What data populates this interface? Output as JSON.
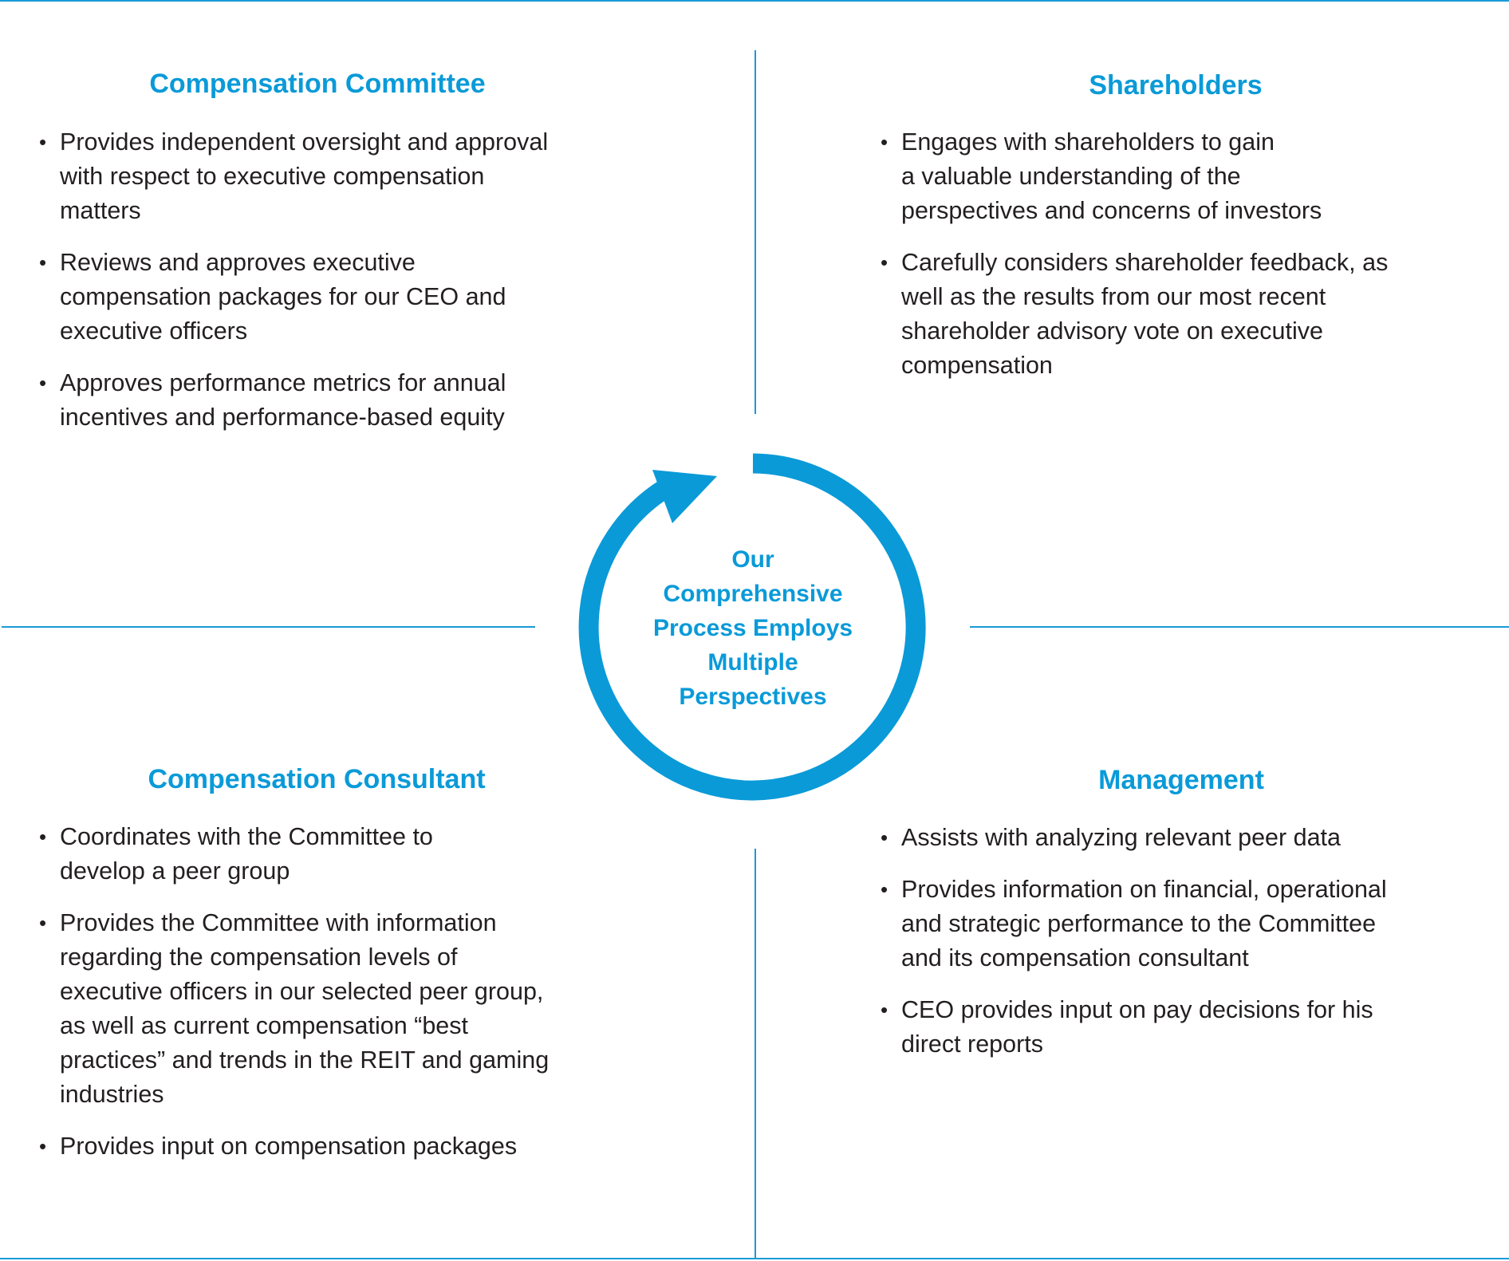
{
  "colors": {
    "accent": "#0a9ad8",
    "text": "#231f20"
  },
  "center": {
    "text": "Our\nComprehensive\nProcess Employs\nMultiple\nPerspectives",
    "icon": "circular-arrow-icon"
  },
  "quadrants": {
    "committee": {
      "title": "Compensation Committee",
      "items": [
        "Provides independent oversight and approval\nwith respect to executive compensation\nmatters",
        "Reviews and approves executive\ncompensation packages for our CEO and\nexecutive officers",
        "Approves performance metrics for annual\nincentives and performance-based equity"
      ]
    },
    "shareholders": {
      "title": "Shareholders",
      "items": [
        "Engages with shareholders to gain\na valuable understanding of the\nperspectives and concerns of investors",
        "Carefully considers shareholder feedback, as\nwell as the results from our most recent\nshareholder advisory vote on executive\ncompensation"
      ]
    },
    "consultant": {
      "title": "Compensation Consultant",
      "items": [
        "Coordinates with the Committee to\ndevelop a peer group",
        "Provides the Committee with information\nregarding the compensation levels of\nexecutive officers in our selected peer group,\nas well as current compensation “best\npractices” and trends in the REIT and gaming\nindustries",
        "Provides input on compensation packages"
      ]
    },
    "management": {
      "title": "Management",
      "items": [
        "Assists with analyzing relevant peer data",
        "Provides information on financial, operational\nand strategic performance to the Committee\nand its compensation consultant",
        "CEO provides input on pay decisions for his\ndirect reports"
      ]
    }
  }
}
